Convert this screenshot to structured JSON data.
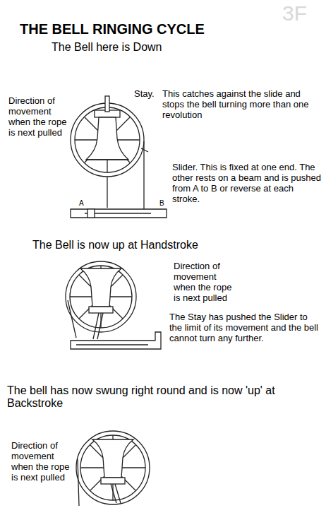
{
  "diagram": {
    "title": "THE BELL RINGING CYCLE",
    "labels": [
      "The Bell here is Down",
      "Direction of movement when the rope is next pulled",
      "Stay.",
      "This catches against the slide and stops the bell turning more than one revolution",
      "A",
      "B",
      "Slider. This is fixed at one end. The other rests on a beam and is pushed from A to B or reverse at each stroke.",
      "The Bell is now up at Handstroke",
      "Direction of movement when the rope is next pulled",
      "The Stay has pushed the Slider to the limit of its movement and the bell cannot turn any further.",
      "The bell has now swung right round and is now 'up' at Backstroke",
      "Direction of movement when the rope is next pulled",
      "3F"
    ]
  }
}
